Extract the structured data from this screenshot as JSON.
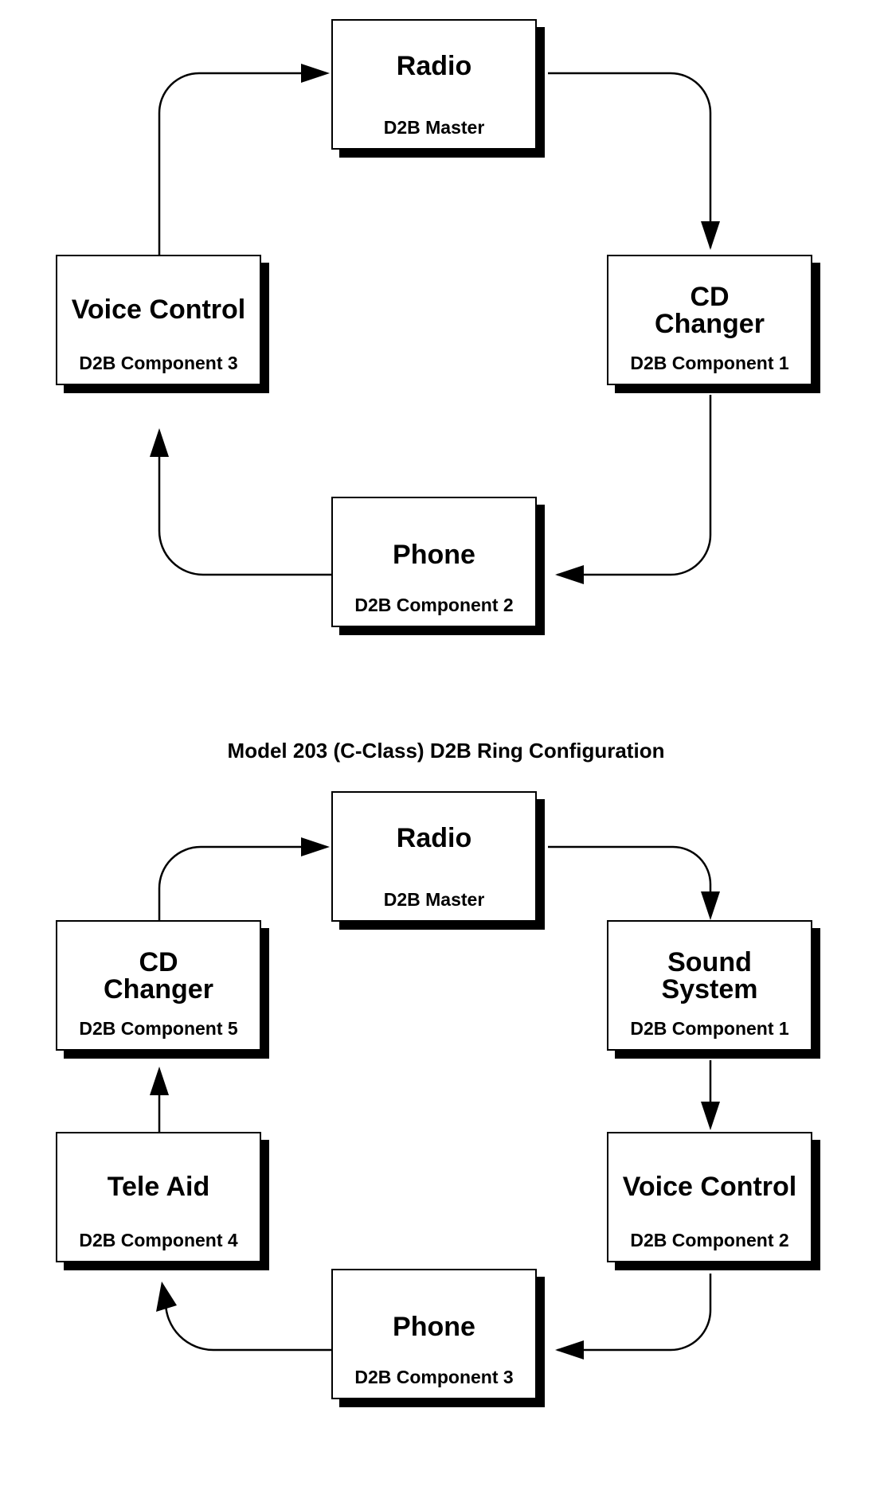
{
  "ring1": {
    "radio": {
      "title": "Radio",
      "sub": "D2B Master"
    },
    "cd_changer": {
      "title": "CD Changer",
      "sub": "D2B Component 1"
    },
    "phone": {
      "title": "Phone",
      "sub": "D2B Component 2"
    },
    "voice_control": {
      "title": "Voice Control",
      "sub": "D2B Component 3"
    }
  },
  "ring2": {
    "title": "Model 203 (C-Class) D2B Ring Configuration",
    "radio": {
      "title": "Radio",
      "sub": "D2B Master"
    },
    "sound_system": {
      "title": "Sound System",
      "sub": "D2B Component 1"
    },
    "voice_control": {
      "title": "Voice Control",
      "sub": "D2B Component 2"
    },
    "phone": {
      "title": "Phone",
      "sub": "D2B Component 3"
    },
    "tele_aid": {
      "title": "Tele Aid",
      "sub": "D2B Component 4"
    },
    "cd_changer": {
      "title": "CD Changer",
      "sub": "D2B Component 5"
    }
  }
}
